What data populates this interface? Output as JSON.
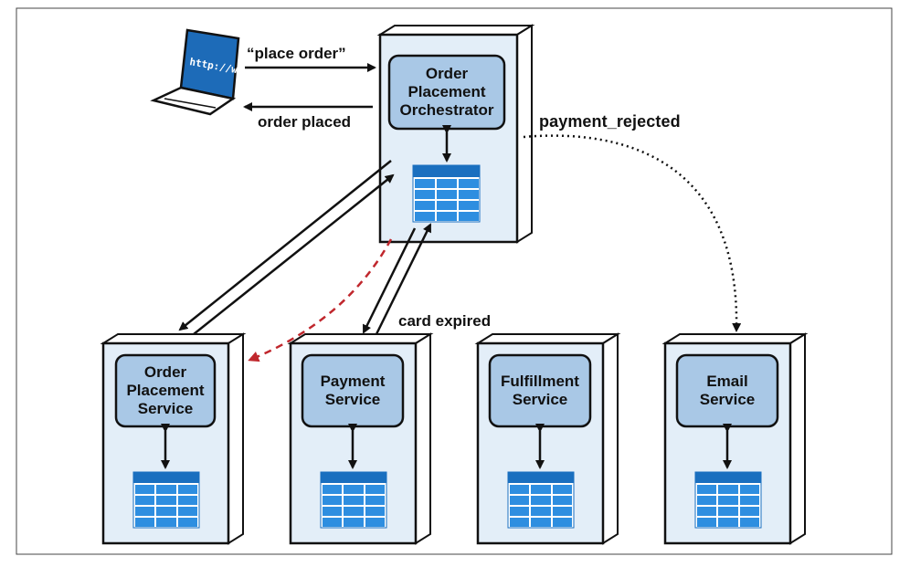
{
  "laptop": {
    "screen_text": "http://www"
  },
  "labels": {
    "place_order": "“place order”",
    "order_placed": "order placed",
    "payment_rejected": "payment_rejected",
    "card_expired": "card expired"
  },
  "services": {
    "orchestrator": {
      "lines": [
        "Order",
        "Placement",
        "Orchestrator"
      ]
    },
    "order_placement": {
      "lines": [
        "Order",
        "Placement",
        "Service"
      ]
    },
    "payment": {
      "lines": [
        "Payment",
        "Service"
      ]
    },
    "fulfillment": {
      "lines": [
        "Fulfillment",
        "Service"
      ]
    },
    "email": {
      "lines": [
        "Email",
        "Service"
      ]
    }
  },
  "colors": {
    "node_fill": "#e3eef8",
    "service_box_fill": "#a9c8e6",
    "db_header": "#1a6fbf",
    "db_cell": "#2e8ee0",
    "compensation_arrow": "#c0272d",
    "laptop_screen": "#1d6bb8"
  }
}
